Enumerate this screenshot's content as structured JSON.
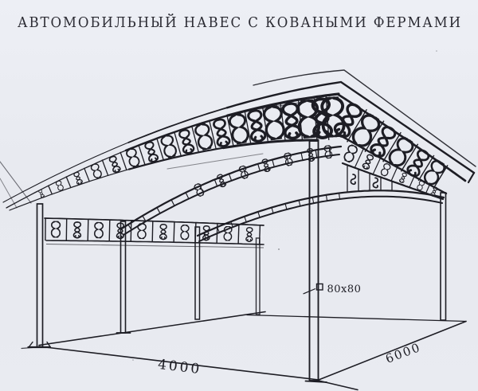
{
  "title": "АВТОМОБИЛЬНЫЙ НАВЕС С КОВАНЫМИ ФЕРМАМИ",
  "labels": {
    "front_width": "4000",
    "side_depth": "6000",
    "post_section": "80x80"
  },
  "icons": {
    "square_section_icon": "□"
  },
  "colors": {
    "paper": "#e8eaf0",
    "ink": "#1d1d24",
    "title_ink": "#2b2b33"
  }
}
